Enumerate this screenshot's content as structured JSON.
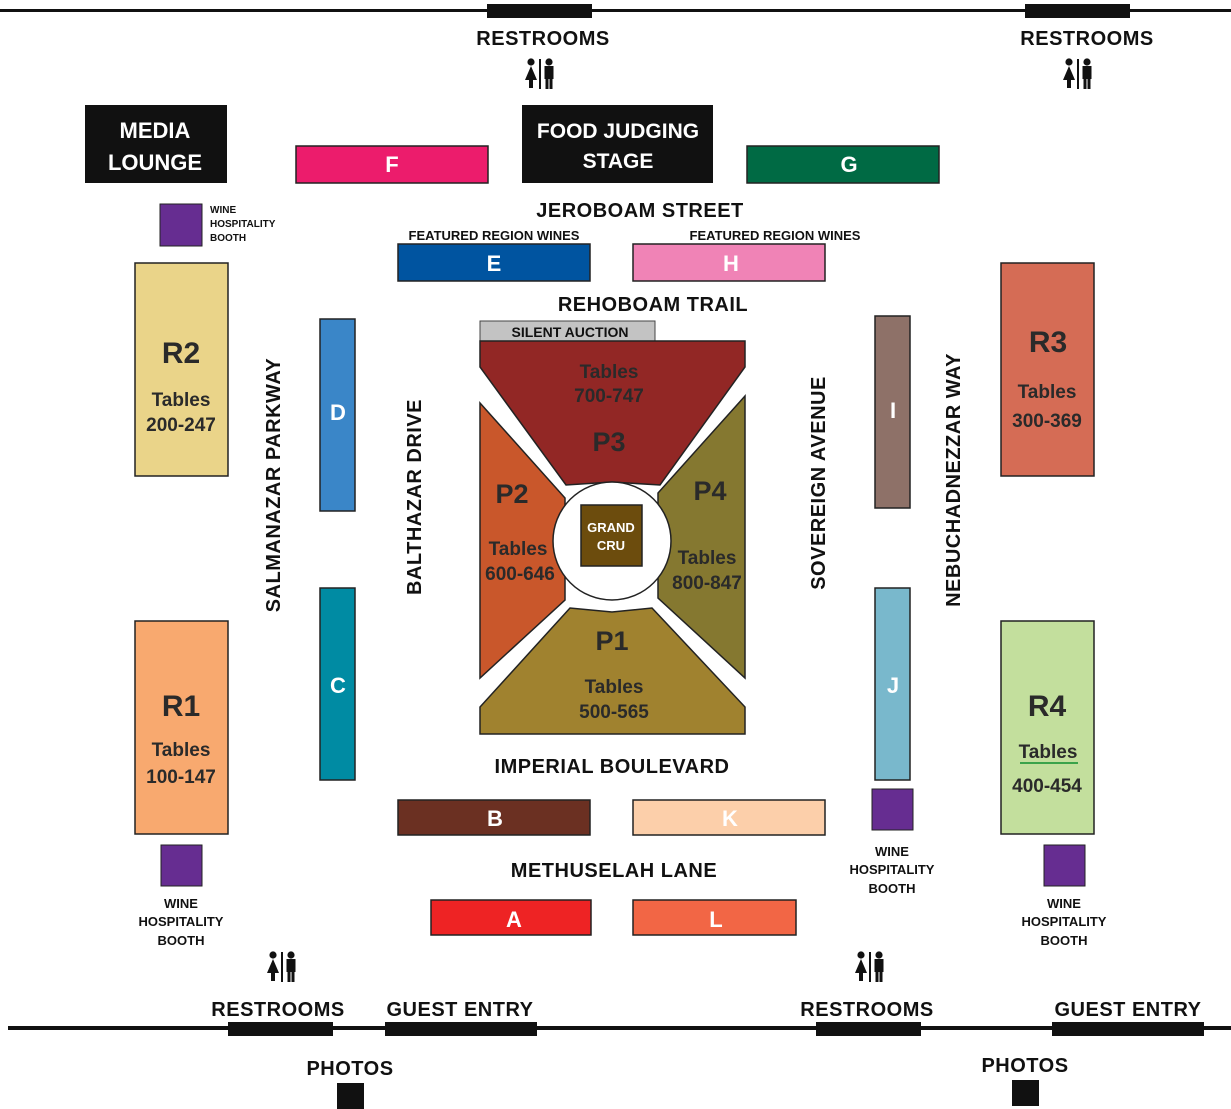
{
  "restrooms": "RESTROOMS",
  "guest_entry": "GUEST ENTRY",
  "photos": "PHOTOS",
  "wine_booth": {
    "line1": "WINE",
    "line2": "HOSPITALITY",
    "line3": "BOOTH"
  },
  "media_lounge": {
    "line1": "MEDIA",
    "line2": "LOUNGE"
  },
  "food_judging": {
    "line1": "FOOD JUDGING",
    "line2": "STAGE"
  },
  "streets": {
    "jeroboam": "JEROBOAM STREET",
    "rehoboam": "REHOBOAM TRAIL",
    "imperial": "IMPERIAL BOULEVARD",
    "methuselah": "METHUSELAH LANE",
    "salmanazar": "SALMANAZAR PARKWAY",
    "balthazar": "BALTHAZAR DRIVE",
    "sovereign": "SOVEREIGN AVENUE",
    "nebuchadnezzar": "NEBUCHADNEZZAR WAY"
  },
  "featured_region_wines": "FEATURED REGION WINES",
  "silent_auction": "SILENT AUCTION",
  "grand_cru": {
    "line1": "GRAND",
    "line2": "CRU"
  },
  "tables_word": "Tables",
  "booths": {
    "A": {
      "label": "A",
      "color": "#ee2324"
    },
    "B": {
      "label": "B",
      "color": "#6b3022"
    },
    "C": {
      "label": "C",
      "color": "#008ba3"
    },
    "D": {
      "label": "D",
      "color": "#3a86c8"
    },
    "E": {
      "label": "E",
      "color": "#0054a0"
    },
    "F": {
      "label": "F",
      "color": "#ec1c6c"
    },
    "G": {
      "label": "G",
      "color": "#006a44"
    },
    "H": {
      "label": "H",
      "color": "#f083b6"
    },
    "I": {
      "label": "I",
      "color": "#8e7168"
    },
    "J": {
      "label": "J",
      "color": "#79b8cc"
    },
    "K": {
      "label": "K",
      "color": "#fccfaa"
    },
    "L": {
      "label": "L",
      "color": "#f26645"
    }
  },
  "regions": {
    "R1": {
      "label": "R1",
      "tables": "100-147",
      "color": "#f8a96f"
    },
    "R2": {
      "label": "R2",
      "tables": "200-247",
      "color": "#ead489"
    },
    "R3": {
      "label": "R3",
      "tables": "300-369",
      "color": "#d56c55"
    },
    "R4": {
      "label": "R4",
      "tables": "400-454",
      "color": "#c3df9d"
    }
  },
  "pavilions": {
    "P1": {
      "label": "P1",
      "tables": "500-565",
      "color": "#a0822f"
    },
    "P2": {
      "label": "P2",
      "tables": "600-646",
      "color": "#c9572b"
    },
    "P3": {
      "label": "P3",
      "tables": "700-747",
      "color": "#922725"
    },
    "P4": {
      "label": "P4",
      "tables": "800-847",
      "color": "#857830"
    }
  },
  "colors": {
    "wine_booth": "#662d91",
    "grand_cru": "#6c4c0d",
    "silent_auction": "#c3c3c3",
    "dark_block": "#111111"
  }
}
